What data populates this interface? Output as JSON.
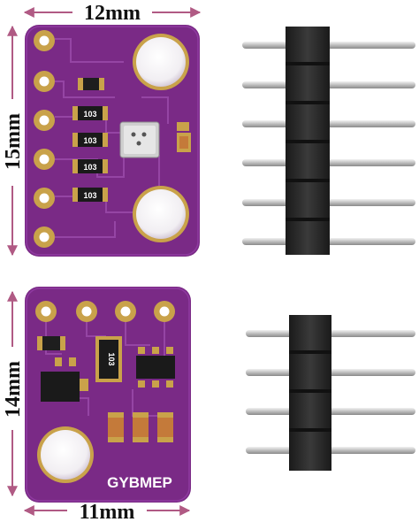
{
  "dimensions": {
    "top_width": "12mm",
    "top_height": "15mm",
    "bottom_height": "14mm",
    "bottom_width": "11mm"
  },
  "board_top": {
    "resistor_codes": [
      "103",
      "103",
      "103",
      "103"
    ]
  },
  "board_bottom": {
    "chip_code": "103",
    "silkscreen_label": "GYBMEP"
  },
  "colors": {
    "pcb": "#7a2a86",
    "pcb_dark": "#5e1f6a",
    "pad_gold": "#c9a24a",
    "dimension_arrow": "#b05a84",
    "header_plastic": "#2a2a2a",
    "header_pin": "#cfcfcf"
  },
  "headers": {
    "top_pin_count": 6,
    "bottom_pin_count": 4
  }
}
